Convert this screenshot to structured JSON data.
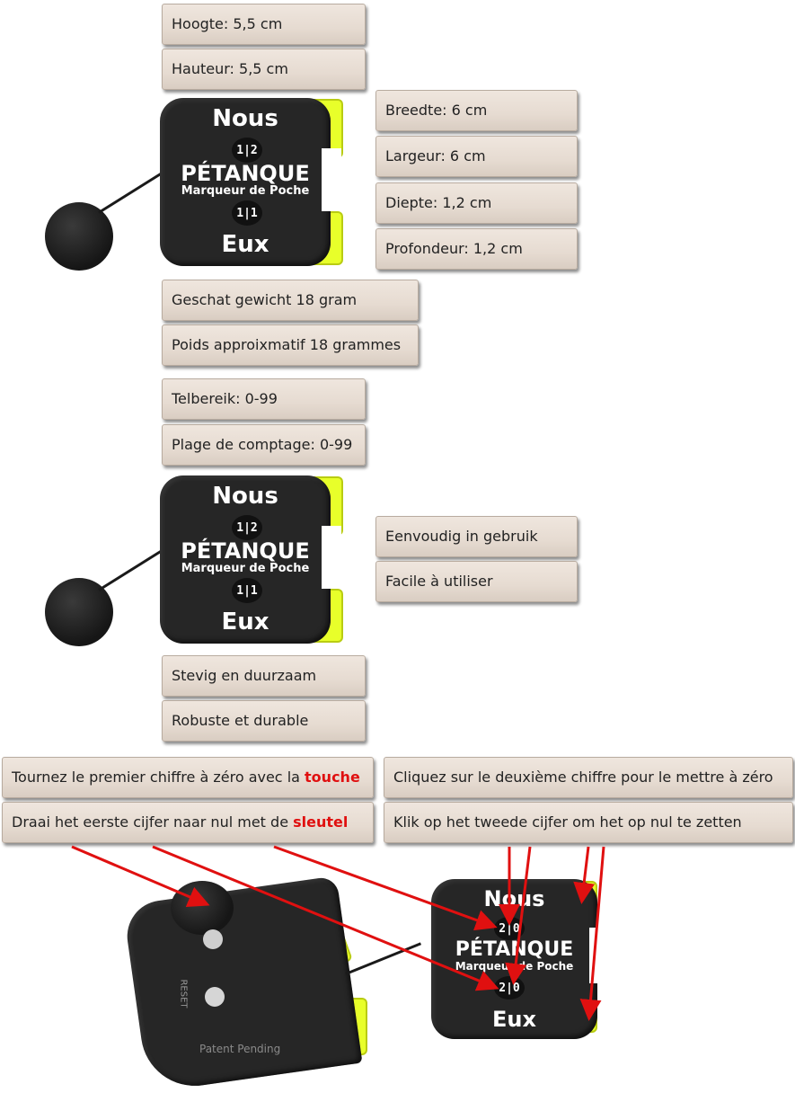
{
  "labels": {
    "hoogte": "Hoogte: 5,5 cm",
    "hauteur": "Hauteur: 5,5 cm",
    "breedte": "Breedte: 6 cm",
    "largeur": "Largeur: 6 cm",
    "diepte": "Diepte: 1,2 cm",
    "profondeur": "Profondeur: 1,2 cm",
    "gewicht": "Geschat gewicht 18 gram",
    "poids": "Poids approixmatif 18 grammes",
    "telbereik": "Telbereik: 0-99",
    "plage": "Plage de comptage: 0-99",
    "eenvoudig": "Eenvoudig in gebruik",
    "facile": "Facile à utiliser",
    "stevig": "Stevig en duurzaam",
    "robuste": "Robuste et durable",
    "tournez_prefix": "Tournez le premier chiffre à zéro avec la ",
    "tournez_highlight": "touche",
    "draai_prefix": "Draai het eerste cijfer naar nul met de ",
    "draai_highlight": "sleutel",
    "cliquez": "Cliquez sur le deuxième chiffre pour le mettre à zéro",
    "klik": "Klik op het tweede cijfer om het op nul te zetten"
  },
  "device": {
    "top_label": "Nous",
    "brand": "PÉTANQUE",
    "sub_brand": "Marqueur de Poche",
    "bottom_label": "Eux",
    "dial_top": "1|2",
    "dial_bottom": "1|1",
    "dial_zero": "2|0"
  },
  "back": {
    "reset_label": "RESET",
    "patent": "Patent Pending"
  },
  "colors": {
    "clip": "#e8ff2a",
    "arrow": "#e01010",
    "highlight": "#e01010"
  }
}
